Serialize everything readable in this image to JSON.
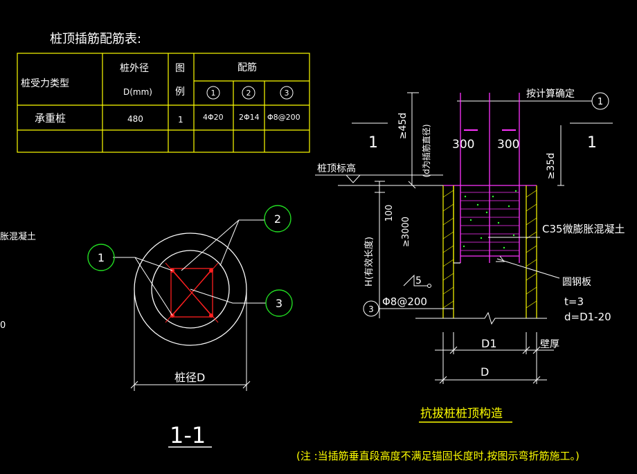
{
  "table": {
    "title": "桩顶插筋配筋表:",
    "headers": {
      "type": "桩受力类型",
      "dia_1": "桩外径",
      "dia_2": "D(mm)",
      "legend_1": "图",
      "legend_2": "例",
      "rebar": "配筋",
      "c1": "1",
      "c2": "2",
      "c3": "3"
    },
    "rows": [
      {
        "type": "承重桩",
        "dia": "480",
        "legend": "1",
        "r1": "4Φ20",
        "r2": "2Φ14",
        "r3": "Φ8@200"
      }
    ]
  },
  "section": {
    "title": "1-1",
    "dim_label": "桩径D",
    "callouts": [
      "1",
      "2",
      "3"
    ],
    "left_partial_1": "胀混凝土",
    "left_partial_2": "0"
  },
  "detail": {
    "title": "抗拔桩桩顶构造",
    "design_note": "按计算确定",
    "callout_1": "1",
    "callout_3": "3",
    "section_mark_left": "1",
    "section_mark_right": "1",
    "dim_300_a": "300",
    "dim_300_b": "300",
    "anchor_len": "≥45d",
    "anchor_note": "(d为插筋直径)",
    "dim_35d": "≥35d",
    "pile_top_label": "桩顶标高",
    "dim_100": "100",
    "dim_3000": "≥3000",
    "h_label": "H(有效长度)",
    "concrete": "C35微膨胀混凝土",
    "plate": "圆钢板",
    "t": "t=3",
    "d": "d=D1-20",
    "weld": "5",
    "stirrup": "Φ8@200",
    "d1": "D1",
    "wall": "壁厚",
    "D": "D"
  },
  "note": "(注 :当插筋垂直段高度不满足锚固长度时,按图示弯折筋施工。)"
}
